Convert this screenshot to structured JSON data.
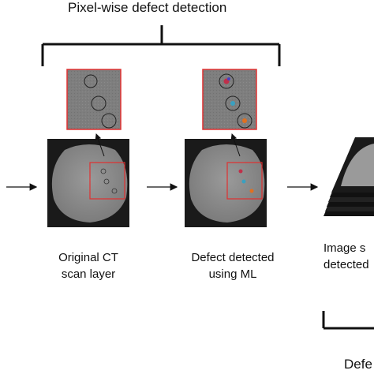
{
  "title": "Pixel-wise defect detection",
  "steps": {
    "original": {
      "line1": "Original CT",
      "line2": "scan layer"
    },
    "detected": {
      "line1": "Defect detected",
      "line2": "using ML"
    },
    "stack": {
      "line1": "Image s",
      "line2": "detected"
    }
  },
  "bottom_label": "Defe",
  "colors": {
    "frame": "#e03030",
    "scan_background": "#1a1a1a",
    "scan_disc": "#8c8c8c",
    "zoom_background": "#7a7a7a",
    "bracket": "#111111",
    "defect_colors": [
      "#c0304a",
      "#3aa0c0",
      "#e07020",
      "#4a40c0"
    ]
  }
}
